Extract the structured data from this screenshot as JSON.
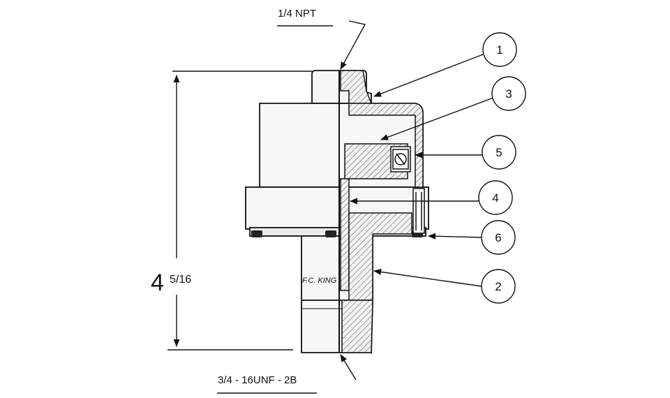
{
  "labels": {
    "top_thread": "1/4 NPT",
    "bottom_thread": "3/4 - 16UNF - 2B",
    "height_whole": "4",
    "height_fraction": "5/16",
    "maker_mark": "F.C. KING"
  },
  "callouts": [
    {
      "number": "1"
    },
    {
      "number": "2"
    },
    {
      "number": "3"
    },
    {
      "number": "4"
    },
    {
      "number": "5"
    },
    {
      "number": "6"
    }
  ],
  "colors": {
    "ink": "#111111",
    "body_fill": "#f7f7f7",
    "section_fill": "#e6e6e6"
  }
}
